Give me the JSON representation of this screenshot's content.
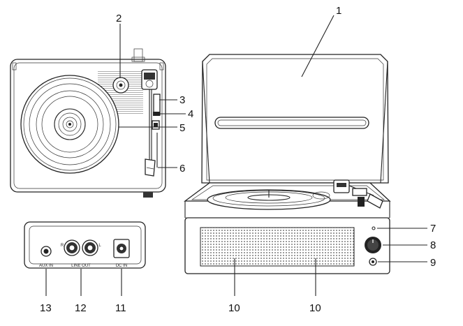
{
  "callouts": {
    "c1": "1",
    "c2": "2",
    "c3": "3",
    "c4": "4",
    "c5": "5",
    "c6": "6",
    "c7": "7",
    "c8": "8",
    "c9": "9",
    "c10a": "10",
    "c10b": "10",
    "c11": "11",
    "c12": "12",
    "c13": "13"
  },
  "panel": {
    "aux_in": "AUX IN",
    "line_out": "LINE OUT",
    "dc_in": "DC IN",
    "right": "R",
    "left": "L"
  }
}
